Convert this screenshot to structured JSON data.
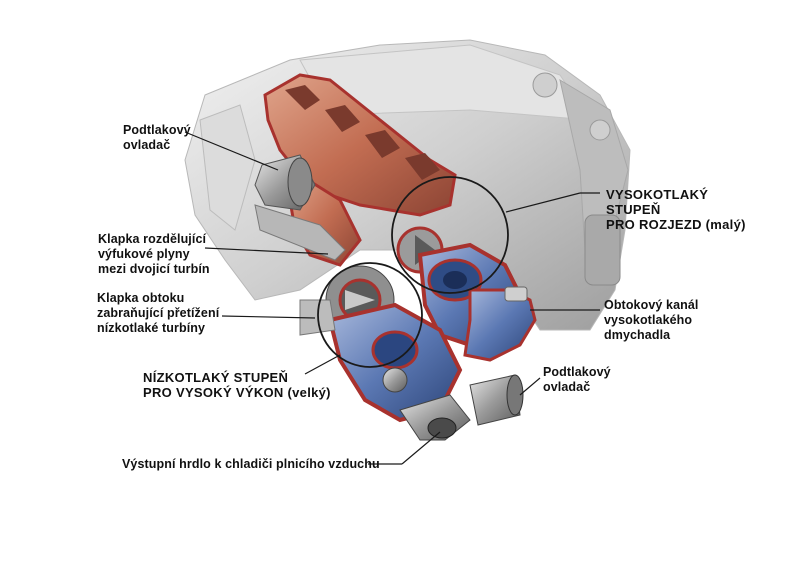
{
  "labels": {
    "podtlakovy_ovladac_top": "Podtlakový\novladač",
    "klapka_rozdelujici": "Klapka rozdělující\nvýfukové plyny\nmezi dvojicí turbín",
    "klapka_obtoku": "Klapka obtoku\nzabraňující přetížení\nnízkotlaké turbíny",
    "nizkotlaky_stupen": "NÍZKOTLAKÝ STUPEŇ\nPRO VYSOKÝ VÝKON (velký)",
    "vystupni_hrdlo": "Výstupní hrdlo k chladiči plnicího vzduchu",
    "vysokotlaky_stupen": "VYSOKOTLAKÝ\nSTUPEŇ\nPRO ROZJEZD (malý)",
    "obtokovy_kanal": "Obtokový kanál\nvysokotlakého\ndmychadla",
    "podtlakovy_ovladac_bottom": "Podtlakový\novladač"
  },
  "colors": {
    "exhaust_red": "#a8322e",
    "exhaust_shade": "#c97a5e",
    "compressor_blue": "#3f5f9c",
    "engine_grey": "#d2d2d2",
    "line": "#1a1a1a"
  }
}
